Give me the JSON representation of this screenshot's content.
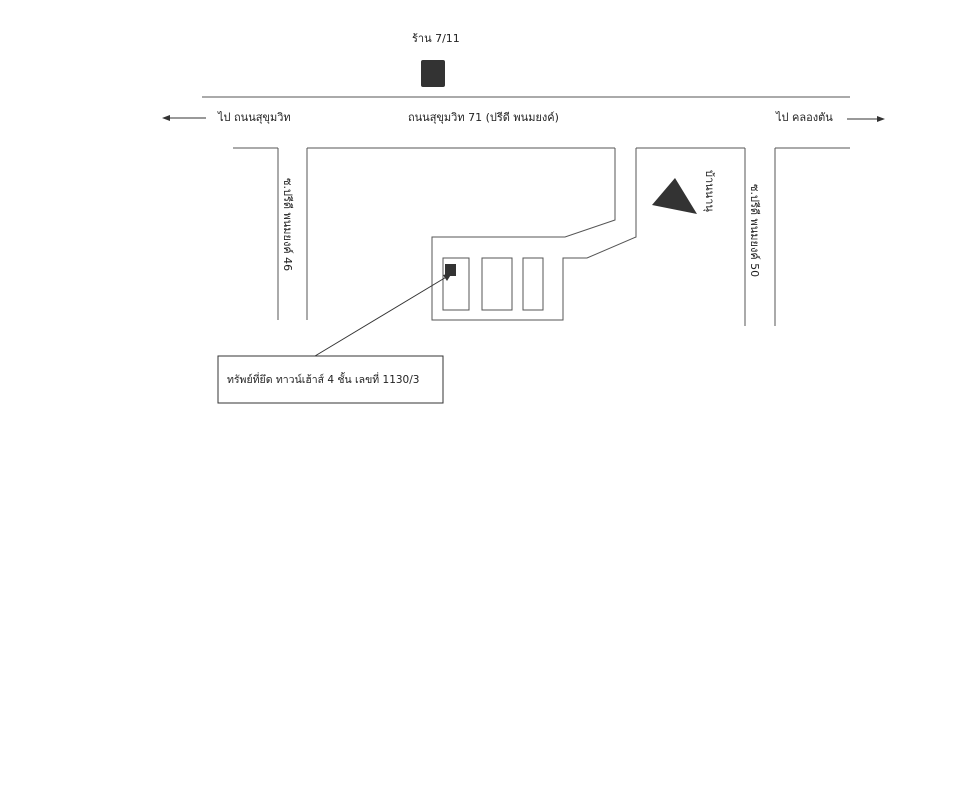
{
  "map": {
    "landmarks": {
      "store": {
        "label": "ร้าน 7/11",
        "icon": "store-square-icon"
      },
      "temple": {
        "label": "บ้านนานุ",
        "icon": "triangle-marker-icon"
      }
    },
    "main_road": {
      "label": "ถนนสุขุมวิท 71 (ปรีดี พนมยงค์)",
      "to_left": "ไป ถนนสุขุมวิท",
      "to_right": "ไป คลองตัน"
    },
    "side_roads": {
      "left": "ซ.ปรีดี พนมยงค์ 46",
      "right": "ซ.ปรีดี พนมยงค์ 50"
    },
    "property": {
      "callout": "ทรัพย์ที่ยึด ทาวน์เฮ้าส์ 4 ชั้น เลขที่ 1130/3",
      "marker_icon": "property-square-icon"
    },
    "colors": {
      "ink": "#222222",
      "road_line": "#555555",
      "marker": "#333333"
    }
  }
}
